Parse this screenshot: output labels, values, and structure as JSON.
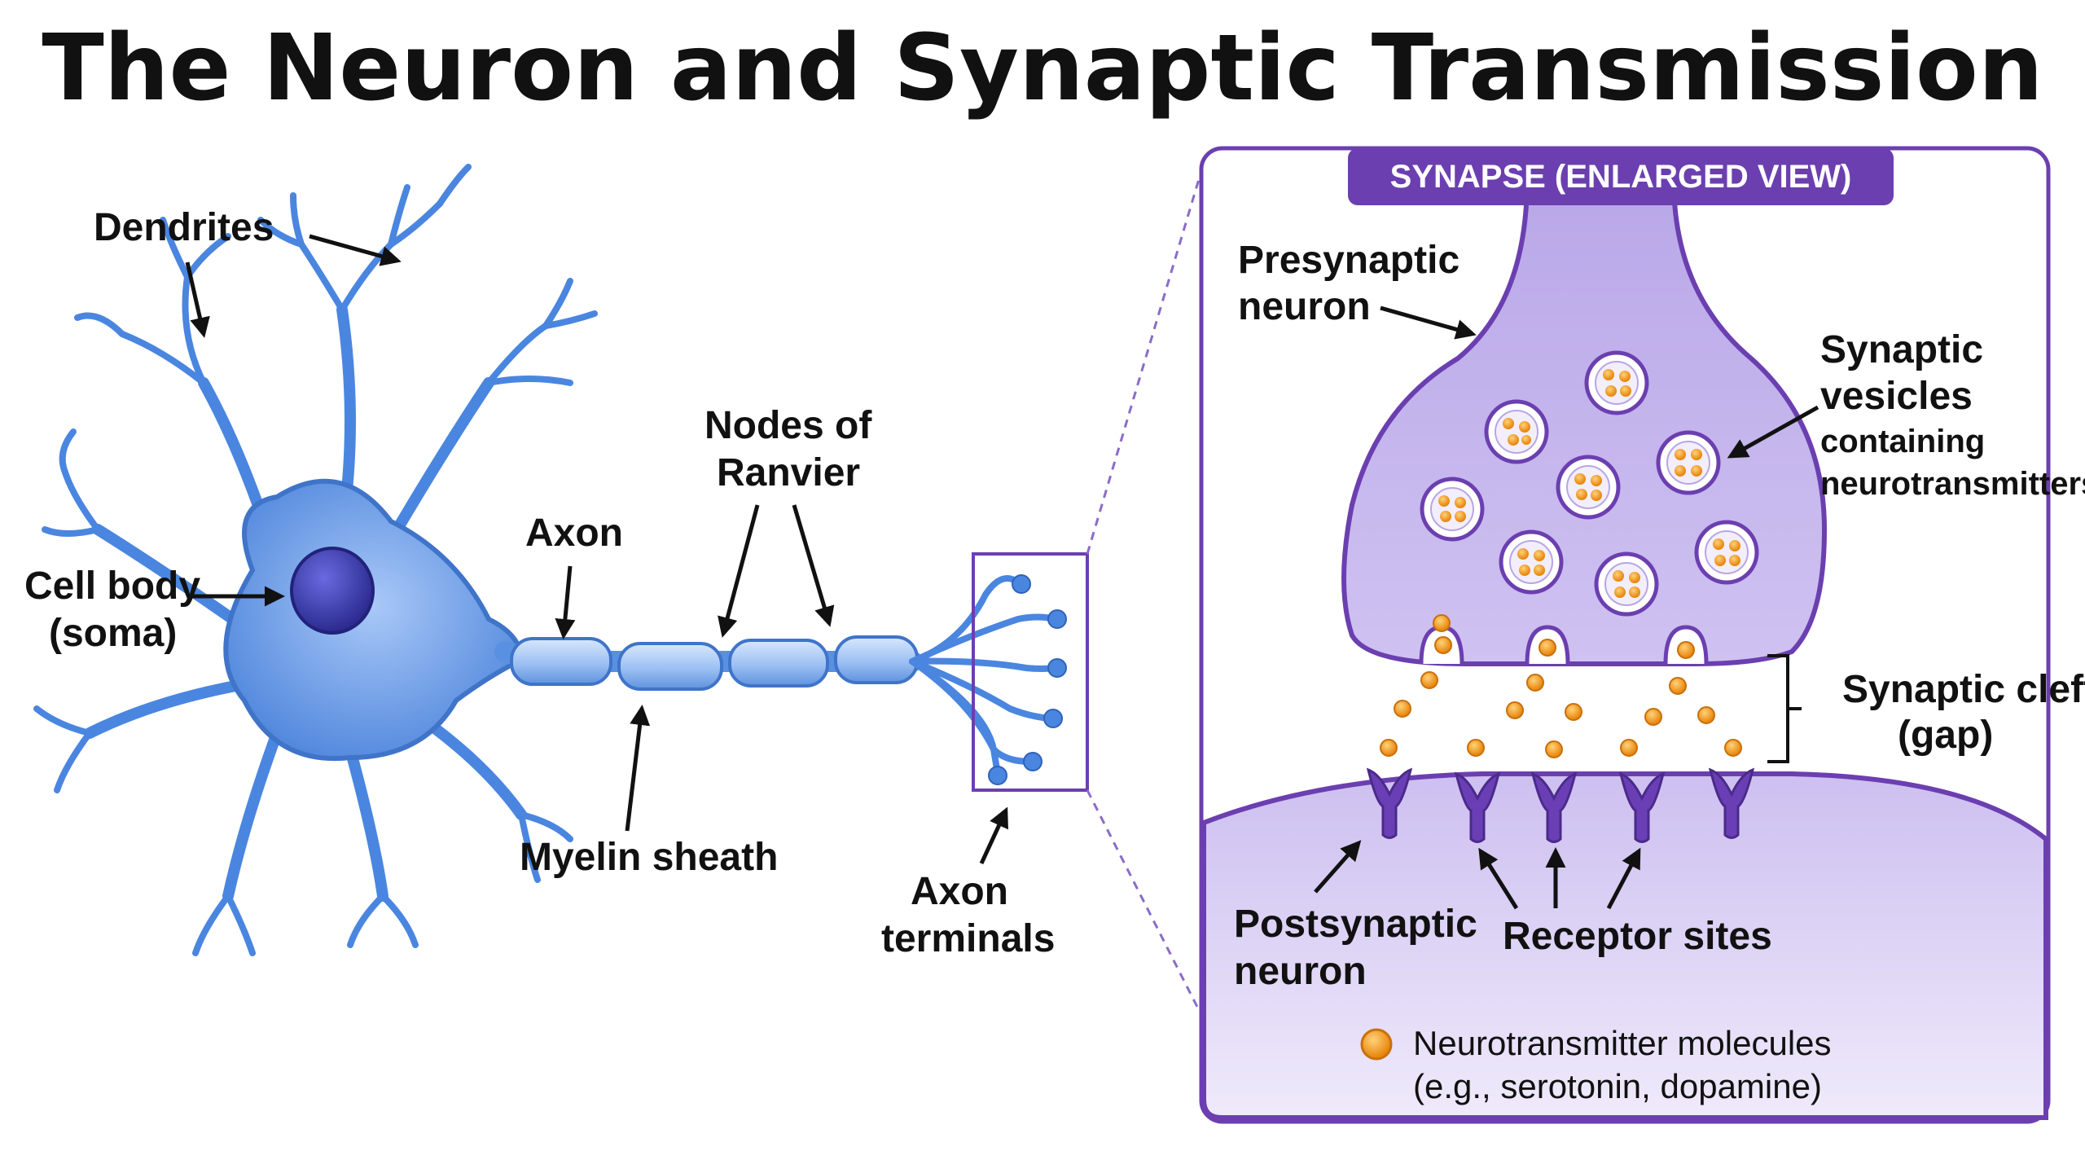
{
  "title": "The Neuron and Synaptic Transmission",
  "colors": {
    "neuron_blue": "#4a86e0",
    "neuron_light": "#8fb6f2",
    "nucleus": "#3b3aa8",
    "synapse_purple": "#6b3fb0",
    "synapse_fill": "#c7b8ee",
    "neurotransmitter": "#f39c12",
    "receptor": "#6a3fb5"
  },
  "neuron_labels": {
    "dendrites": "Dendrites",
    "cell_body_line1": "Cell body",
    "cell_body_line2": "(soma)",
    "axon": "Axon",
    "nodes_line1": "Nodes of",
    "nodes_line2": "Ranvier",
    "myelin": "Myelin sheath",
    "terminals_line1": "Axon",
    "terminals_line2": "terminals"
  },
  "synapse_panel": {
    "header": "SYNAPSE (ENLARGED VIEW)",
    "presynaptic_line1": "Presynaptic",
    "presynaptic_line2": "neuron",
    "vesicles_line1": "Synaptic",
    "vesicles_line2": "vesicles",
    "vesicles_line3": "containing",
    "vesicles_line4": "neurotransmitters",
    "cleft_line1": "Synaptic cleft",
    "cleft_line2": "(gap)",
    "postsynaptic_line1": "Postsynaptic",
    "postsynaptic_line2": "neuron",
    "receptors": "Receptor sites",
    "legend_line1": "Neurotransmitter molecules",
    "legend_line2": "(e.g., serotonin, dopamine)"
  }
}
